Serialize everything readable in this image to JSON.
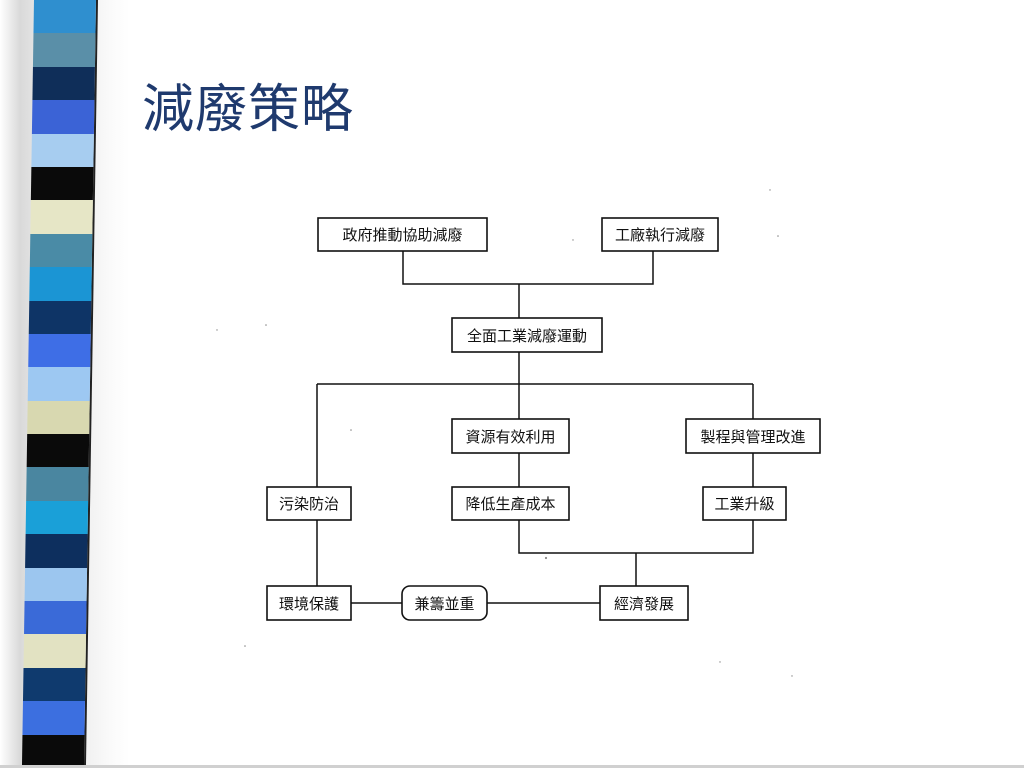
{
  "slide": {
    "title": "減廢策略"
  },
  "stripe": {
    "colors": [
      "#2f8fcf",
      "#5a8fa8",
      "#0f2e59",
      "#3b63d6",
      "#a7cdf0",
      "#0a0a0a",
      "#e6e6c6",
      "#4a8ba6",
      "#1b95d4",
      "#0e3466",
      "#3e6ee6",
      "#9dc8f2",
      "#d8d8b0",
      "#0a0a0a",
      "#4a86a0",
      "#1aa0d8",
      "#0d2f5e",
      "#9cc6ef",
      "#3a6ad8",
      "#e2e2c2",
      "#0f3a6e",
      "#3c6fe0",
      "#0a0a0a"
    ]
  },
  "diagram": {
    "nodes": {
      "gov": "政府推動協助減廢",
      "factory": "工廠執行減廢",
      "movement": "全面工業減廢運動",
      "resource": "資源有效利用",
      "process": "製程與管理改進",
      "pollution": "污染防治",
      "cost": "降低生產成本",
      "upgrade": "工業升級",
      "env": "環境保護",
      "balance": "兼籌並重",
      "economy": "經濟發展"
    }
  }
}
